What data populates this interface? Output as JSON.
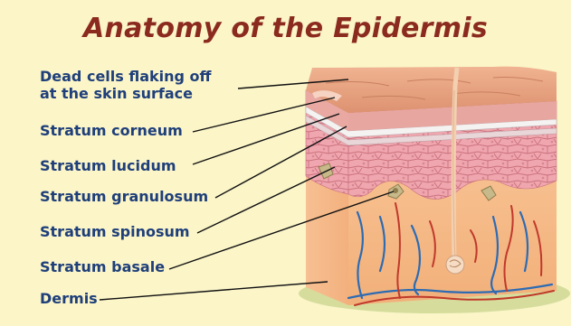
{
  "title": "Anatomy of the Epidermis",
  "labels": [
    {
      "line1": "Dead cells flaking off",
      "line2": "at the skin surface"
    },
    {
      "text": "Stratum corneum"
    },
    {
      "text": "Stratum lucidum"
    },
    {
      "text": "Stratum granulosum"
    },
    {
      "text": "Stratum spinosum"
    },
    {
      "text": "Stratum basale"
    },
    {
      "text": "Dermis"
    }
  ],
  "colors": {
    "background": "#fbf5c8",
    "title": "#8b2a1e",
    "labels": "#1f3f7a",
    "arteries": "#c0392b",
    "veins": "#2d6bb3"
  }
}
